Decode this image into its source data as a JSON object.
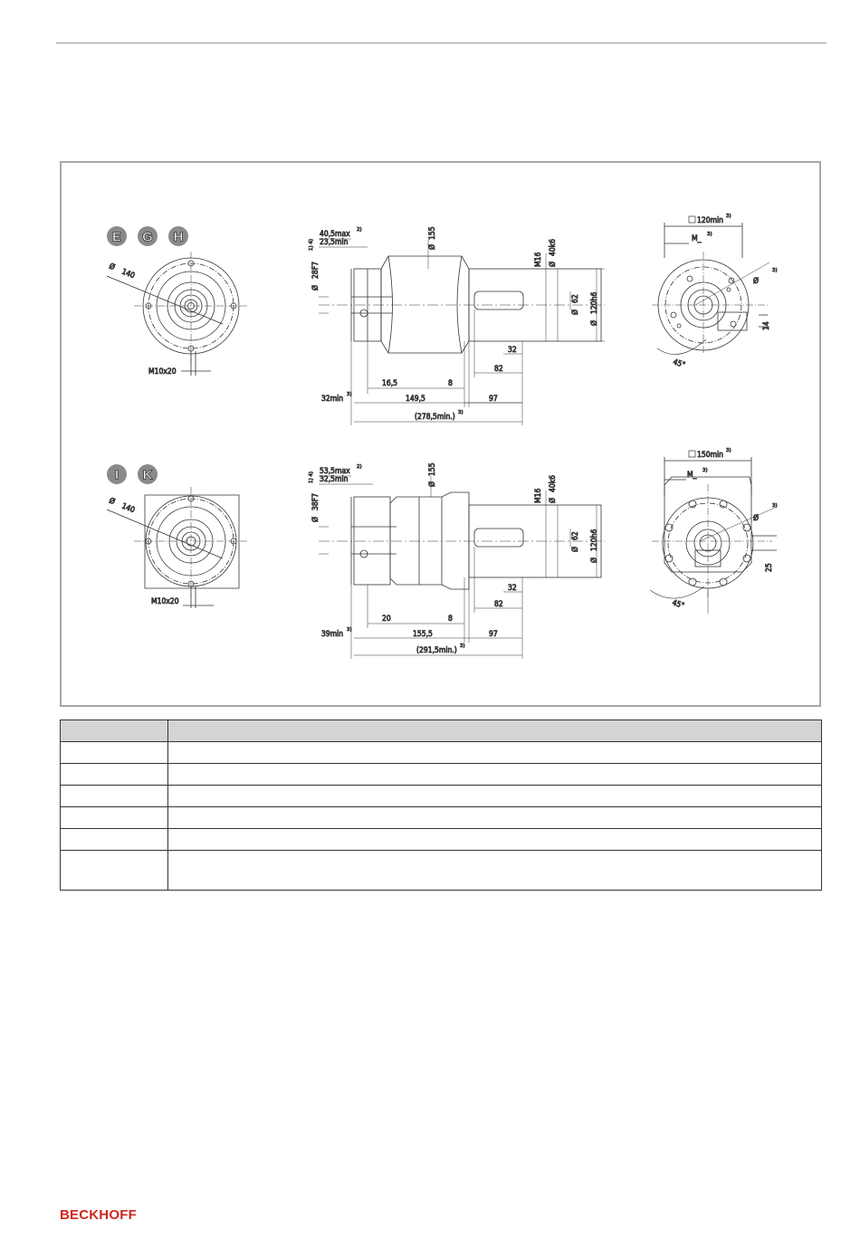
{
  "drawing_top": {
    "badges": [
      "E",
      "G",
      "H"
    ],
    "front": {
      "diameter": "140",
      "thread": "M10x20"
    },
    "side": {
      "max_label": "40,5max",
      "max_sup": "2)",
      "min_label": "23,5min",
      "bore": "28F7",
      "bore_sup": "1) 4)",
      "d155": "155",
      "m16": "M16",
      "d40": "40k6",
      "d62": "62",
      "d120": "120h6",
      "dim32": "32",
      "dim82": "82",
      "dim16_5": "16,5",
      "dim8": "8",
      "dim32min": "32min",
      "dim32min_sup": "3)",
      "dim149_5": "149,5",
      "dim97": "97",
      "total": "(278,5min.)",
      "total_sup": "3)"
    },
    "rear": {
      "square": "120min",
      "square_sup": "3)",
      "m_label": "M_",
      "m_sup": "3)",
      "dia_sup": "3)",
      "dim14": "14",
      "angle": "45°"
    }
  },
  "drawing_bottom": {
    "badges": [
      "I",
      "K"
    ],
    "front": {
      "diameter": "140",
      "thread": "M10x20"
    },
    "side": {
      "max_label": "53,5max",
      "max_sup": "2)",
      "min_label": "32,5min",
      "bore": "38F7",
      "bore_sup": "1) 4)",
      "d155": "155",
      "m16": "M16",
      "d40": "40k6",
      "d62": "62",
      "d120": "120h6",
      "dim32": "32",
      "dim82": "82",
      "dim20": "20",
      "dim8": "8",
      "dim39min": "39min",
      "dim39min_sup": "3)",
      "dim155_5": "155,5",
      "dim97": "97",
      "total": "(291,5min.)",
      "total_sup": "3)"
    },
    "rear": {
      "square": "150min",
      "square_sup": "3)",
      "m_label": "M_",
      "m_sup": "3)",
      "dia_sup": "3)",
      "dim25": "25",
      "angle": "45°"
    }
  },
  "colors": {
    "badge": "#8a8a8a",
    "brand": "#d0261f",
    "frame": "#a8a8a8",
    "table_header": "#d4d4d4"
  },
  "footer": {
    "logo": "BECKHOFF"
  }
}
